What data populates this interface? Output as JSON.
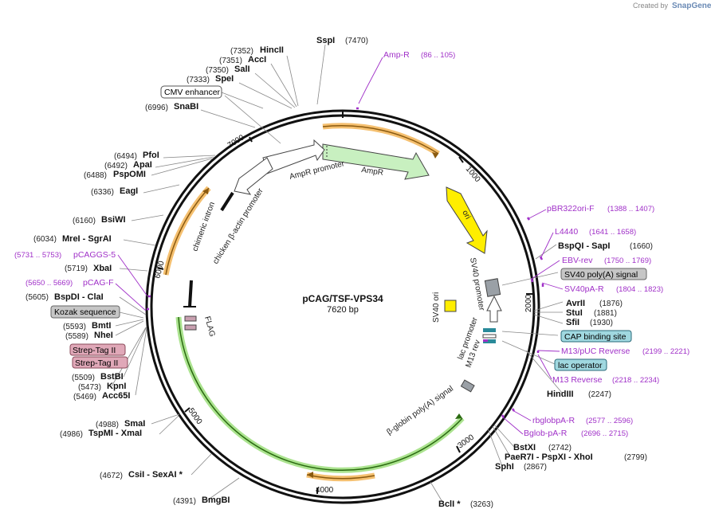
{
  "credit": "Created by",
  "brand": "SnapGene",
  "plasmid": {
    "name": "pCAG/TSF-VPS34",
    "length": "7620 bp"
  },
  "ticks": [
    "1000",
    "2000",
    "3000",
    "4000",
    "5000",
    "6000",
    "7000"
  ],
  "sites_right": [
    {
      "name": "SspI",
      "pos": "(7470)"
    },
    {
      "name": "AvrII",
      "pos": "(1876)"
    },
    {
      "name": "StuI",
      "pos": "(1881)"
    },
    {
      "name": "SfiI",
      "pos": "(1930)"
    },
    {
      "name": "HindIII",
      "pos": "(2247)"
    },
    {
      "name": "BstXI",
      "pos": "(2742)"
    },
    {
      "name": "PaeR7I - PspXI - XhoI",
      "pos": "(2799)"
    },
    {
      "name": "SphI",
      "pos": "(2867)"
    },
    {
      "name": "BclI *",
      "pos": "(3263)"
    },
    {
      "name": "BspQI - SapI",
      "pos": "(1660)"
    }
  ],
  "sites_left": [
    {
      "name": "HincII",
      "pos": "(7352)"
    },
    {
      "name": "AccI",
      "pos": "(7351)"
    },
    {
      "name": "SalI",
      "pos": "(7350)"
    },
    {
      "name": "SpeI",
      "pos": "(7333)"
    },
    {
      "name": "SnaBI",
      "pos": "(6996)"
    },
    {
      "name": "PfoI",
      "pos": "(6494)"
    },
    {
      "name": "ApaI",
      "pos": "(6492)"
    },
    {
      "name": "PspOMI",
      "pos": "(6488)"
    },
    {
      "name": "EagI",
      "pos": "(6336)"
    },
    {
      "name": "BsiWI",
      "pos": "(6160)"
    },
    {
      "name": "MreI - SgrAI",
      "pos": "(6034)"
    },
    {
      "name": "XbaI",
      "pos": "(5719)"
    },
    {
      "name": "BspDI - ClaI",
      "pos": "(5605)"
    },
    {
      "name": "BmtI",
      "pos": "(5593)"
    },
    {
      "name": "NheI",
      "pos": "(5589)"
    },
    {
      "name": "BstBI",
      "pos": "(5509)"
    },
    {
      "name": "KpnI",
      "pos": "(5473)"
    },
    {
      "name": "Acc65I",
      "pos": "(5469)"
    },
    {
      "name": "SmaI",
      "pos": "(4988)"
    },
    {
      "name": "TspMI - XmaI",
      "pos": "(4986)"
    },
    {
      "name": "CsiI - SexAI *",
      "pos": "(4672)"
    },
    {
      "name": "BmgBI",
      "pos": "(4391)"
    }
  ],
  "primers": [
    {
      "name": "Amp-R",
      "pos": "(86 .. 105)"
    },
    {
      "name": "pBR322ori-F",
      "pos": "(1388 .. 1407)"
    },
    {
      "name": "L4440",
      "pos": "(1641 .. 1658)"
    },
    {
      "name": "EBV-rev",
      "pos": "(1750 .. 1769)"
    },
    {
      "name": "SV40pA-R",
      "pos": "(1804 .. 1823)"
    },
    {
      "name": "M13/pUC Reverse",
      "pos": "(2199 .. 2221)"
    },
    {
      "name": "M13 Reverse",
      "pos": "(2218 .. 2234)"
    },
    {
      "name": "rbglobpA-R",
      "pos": "(2577 .. 2596)"
    },
    {
      "name": "Bglob-pA-R",
      "pos": "(2696 .. 2715)"
    },
    {
      "name": "pCAGGS-5",
      "pos": "(5731 .. 5753)"
    },
    {
      "name": "pCAG-F",
      "pos": "(5650 .. 5669)"
    }
  ],
  "boxed_labels": {
    "cmv": "CMV enhancer",
    "sv40polya": "SV40 poly(A) signal",
    "cap": "CAP binding site",
    "lacop": "lac operator",
    "kozak": "Kozak sequence",
    "strep1": "Strep-Tag II",
    "strep2": "Strep-Tag II"
  },
  "features": {
    "ampr_promoter": "AmpR promoter",
    "ampr": "AmpR",
    "ori": "ori",
    "sv40_promoter": "SV40 promoter",
    "sv40_ori": "SV40 ori",
    "lac_promoter": "lac promoter",
    "m13_rev": "M13 rev",
    "bglobin": "β-globin poly(A) signal",
    "chicken_actin": "chicken β-actin promoter",
    "chimeric_intron": "chimeric intron",
    "flag": "FLAG"
  },
  "colors": {
    "ampr": "#c8f0c0",
    "ori": "#ffee00",
    "primer": "#a030c8",
    "orf_orange": "#f5c070",
    "orf_green": "#66cc33",
    "cap_box": "#a0d8e0",
    "strep_box": "#e0a8b8"
  }
}
